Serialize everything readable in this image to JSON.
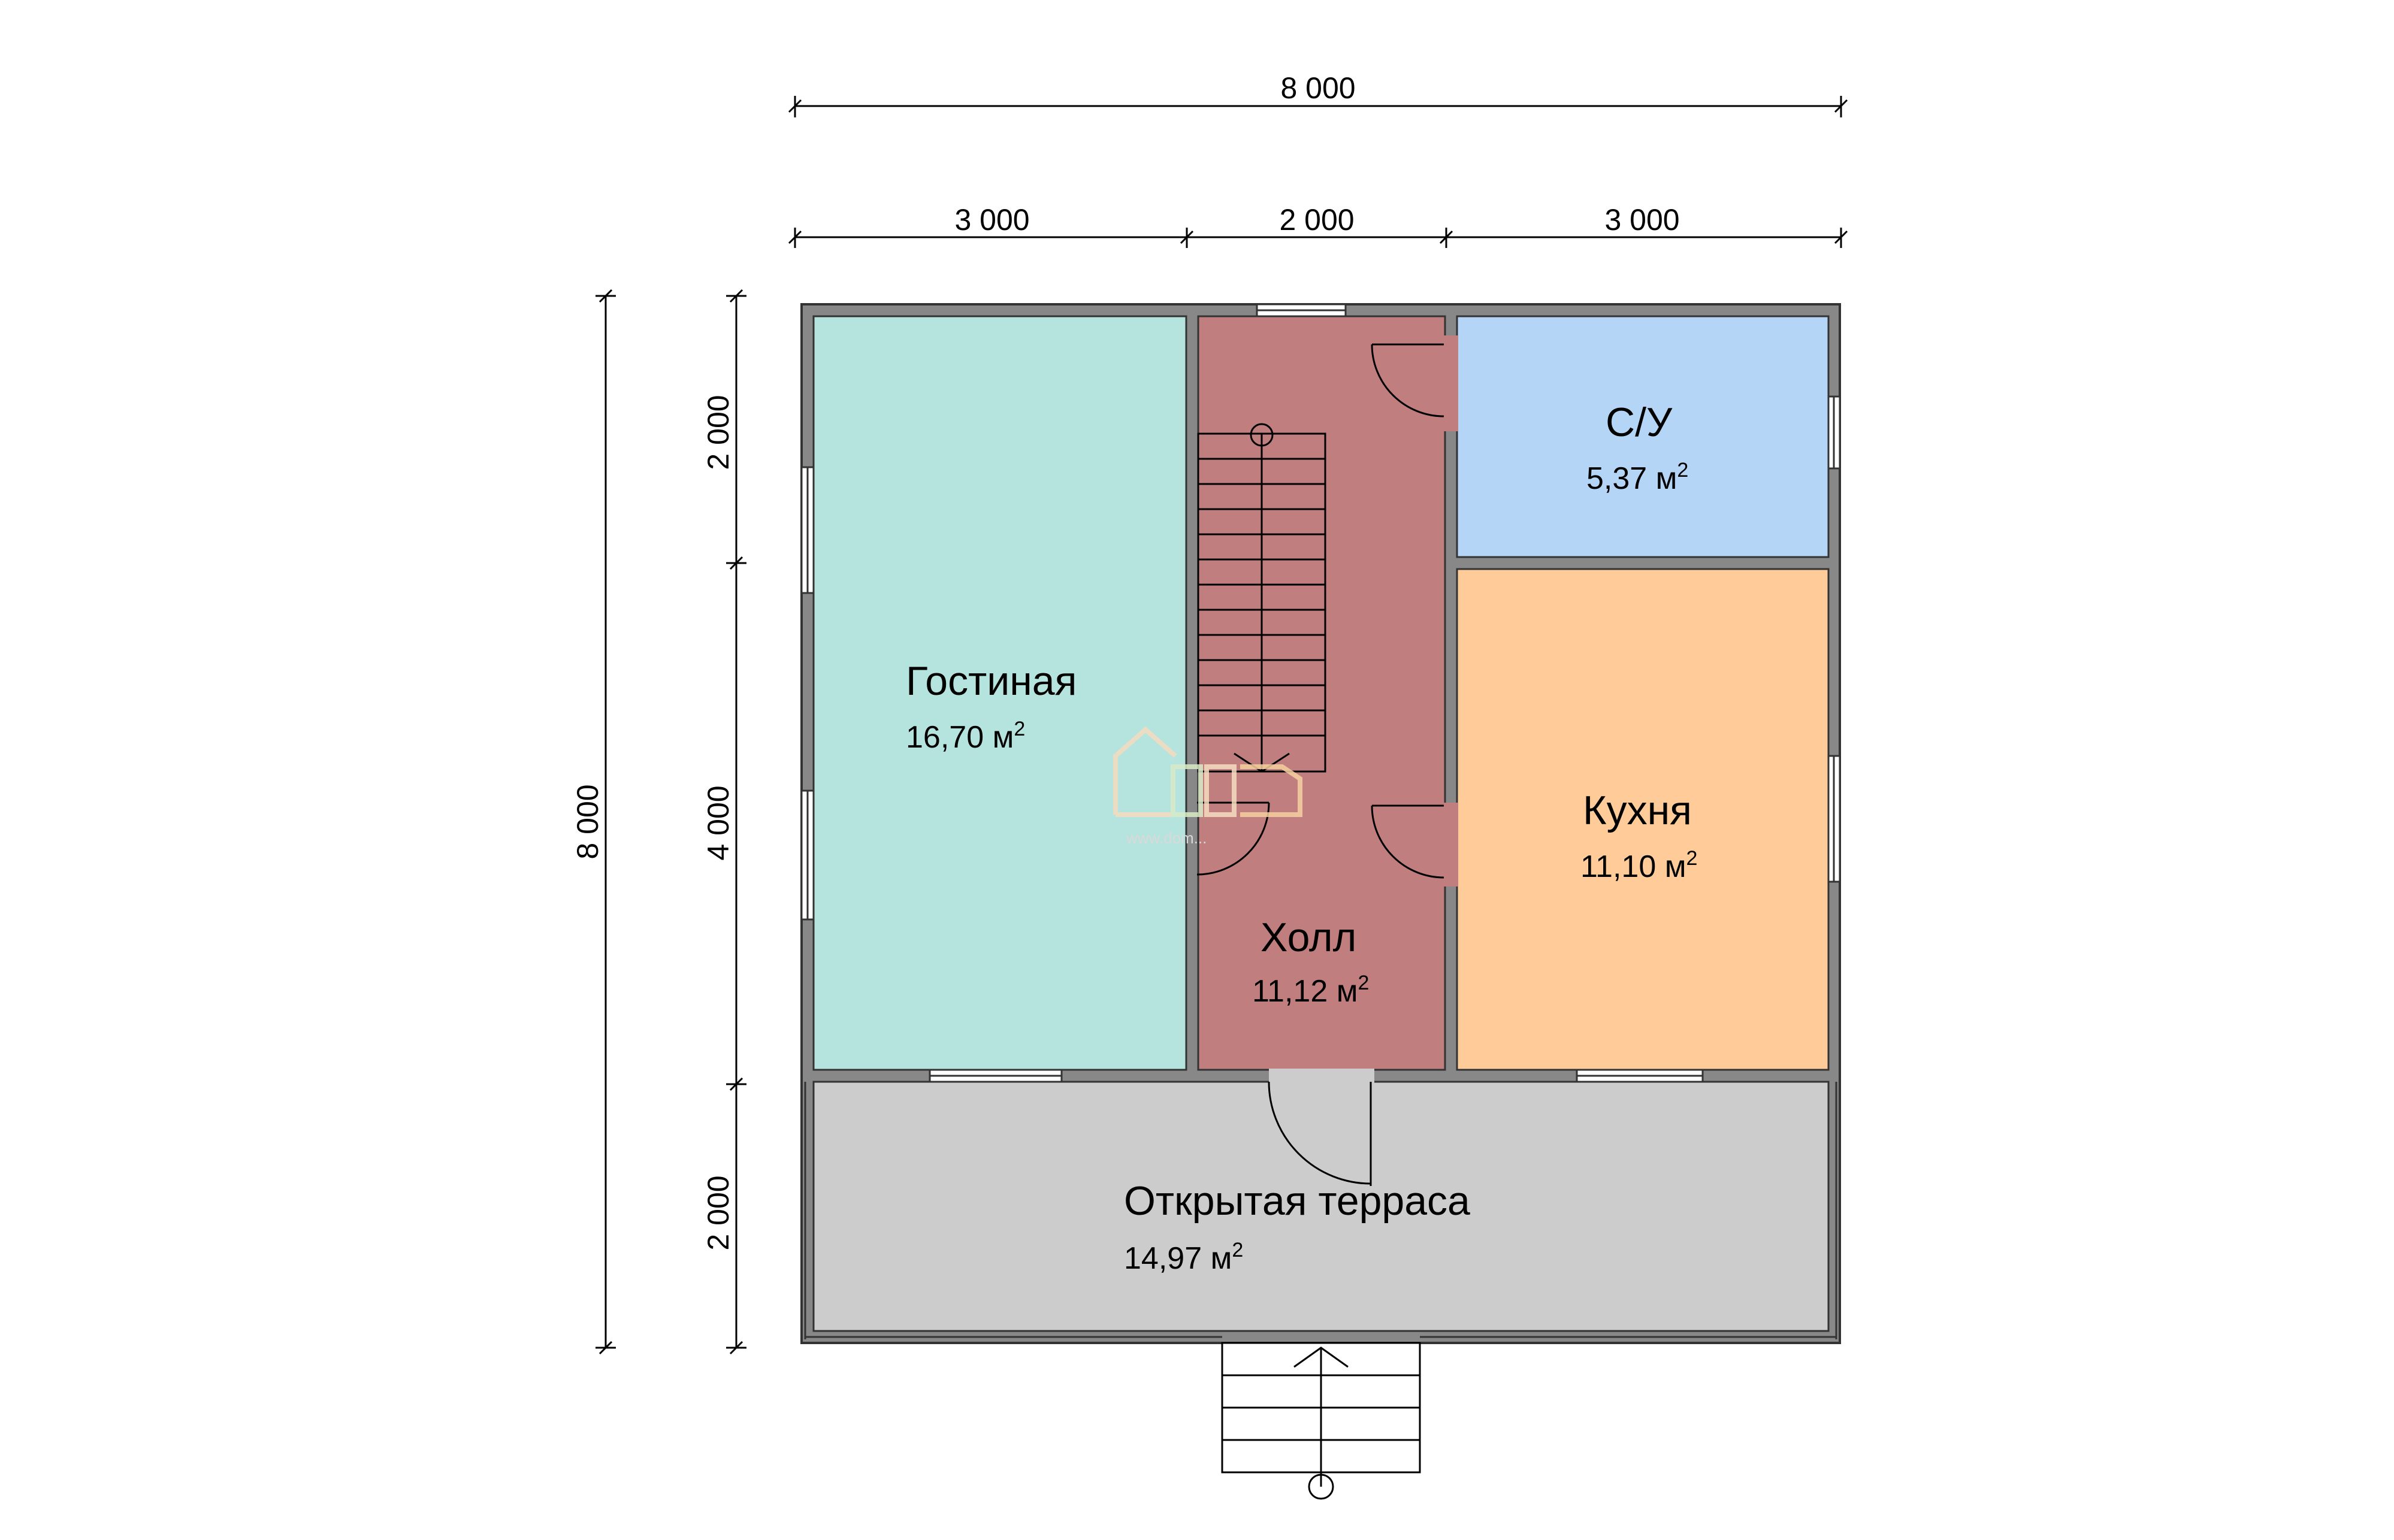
{
  "dimensions": {
    "total_width": "8 000",
    "total_height": "8 000",
    "top_segments": [
      "3 000",
      "2 000",
      "3 000"
    ],
    "left_segments": [
      "2 000",
      "4 000",
      "2 000"
    ]
  },
  "rooms": [
    {
      "id": "living",
      "name": "Гостиная",
      "area": "16,70 м",
      "color": "#b5e3dd"
    },
    {
      "id": "hall",
      "name": "Холл",
      "area": "11,12 м",
      "color": "#c17e7e"
    },
    {
      "id": "bathroom",
      "name": "С/У",
      "area": "5,37 м",
      "color": "#b5d5f7"
    },
    {
      "id": "kitchen",
      "name": "Кухня",
      "area": "11,10 м",
      "color": "#ffcc99"
    },
    {
      "id": "terrace",
      "name": "Открытая терраса",
      "area": "14,97 м",
      "color": "#cccccc"
    }
  ],
  "superscript": "2",
  "watermark": "www.dom..."
}
